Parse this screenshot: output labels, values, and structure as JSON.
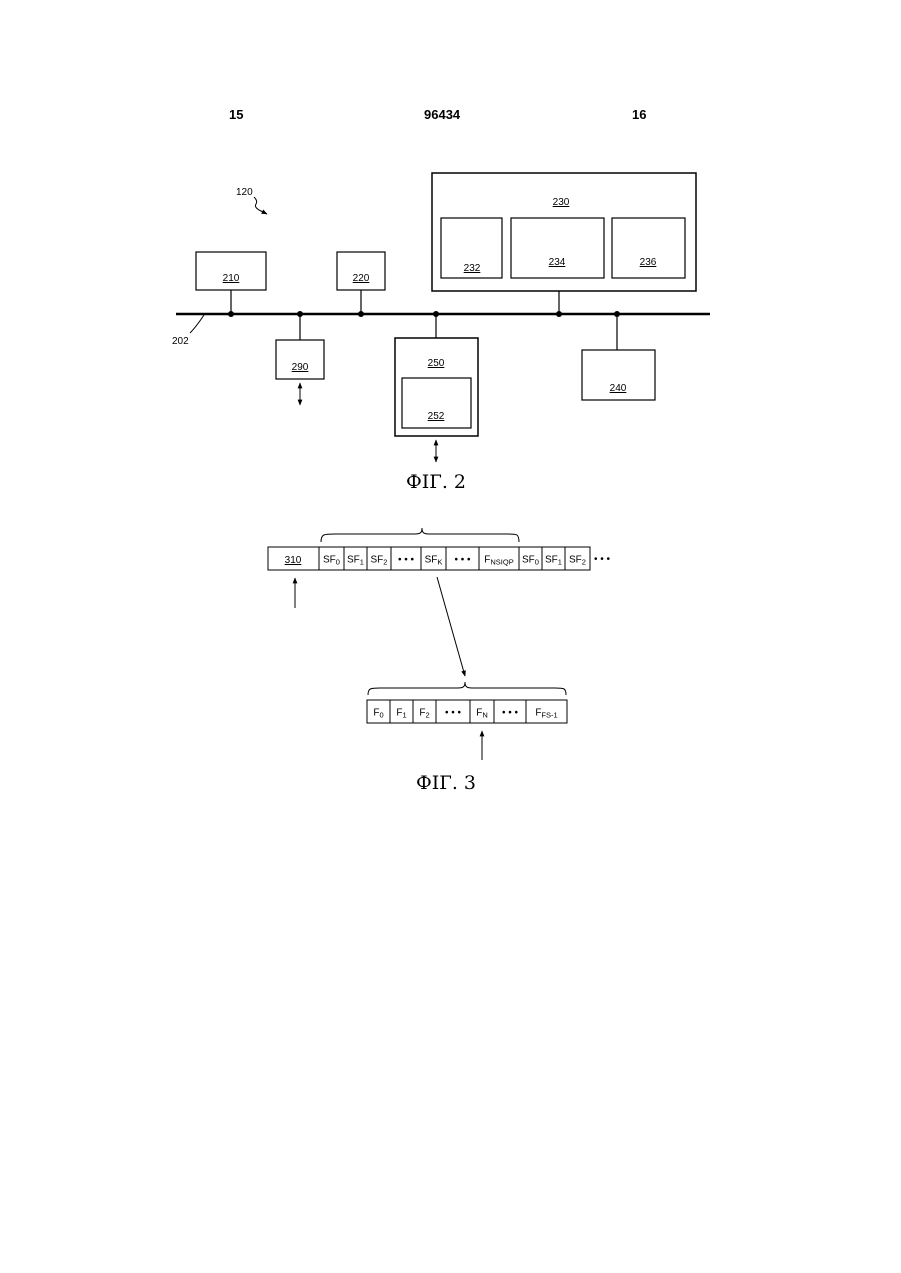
{
  "header": {
    "left": "15",
    "center": "96434",
    "right": "16"
  },
  "fig2": {
    "caption": "ФІГ. 2",
    "ref_system": "120",
    "ref_bus": "202",
    "blocks": {
      "b210": "210",
      "b220": "220",
      "b230": "230",
      "b232": "232",
      "b234": "234",
      "b236": "236",
      "b240": "240",
      "b250": "250",
      "b252": "252",
      "b290": "290"
    }
  },
  "fig3": {
    "caption": "ФІГ. 3",
    "ref_310": "310",
    "ellipsis": "• • •",
    "top_cells": [
      {
        "base": "SF",
        "sub": "0"
      },
      {
        "base": "SF",
        "sub": "1"
      },
      {
        "base": "SF",
        "sub": "2"
      },
      {
        "base": "",
        "sub": ""
      },
      {
        "base": "SF",
        "sub": "K"
      },
      {
        "base": "",
        "sub": ""
      },
      {
        "base": "F",
        "sub": "NSIQP"
      },
      {
        "base": "SF",
        "sub": "0"
      },
      {
        "base": "SF",
        "sub": "1"
      },
      {
        "base": "SF",
        "sub": "2"
      }
    ],
    "bottom_cells": [
      {
        "base": "F",
        "sub": "0"
      },
      {
        "base": "F",
        "sub": "1"
      },
      {
        "base": "F",
        "sub": "2"
      },
      {
        "base": "",
        "sub": ""
      },
      {
        "base": "F",
        "sub": "N"
      },
      {
        "base": "",
        "sub": ""
      },
      {
        "base": "F",
        "sub": "FS-1"
      }
    ]
  }
}
